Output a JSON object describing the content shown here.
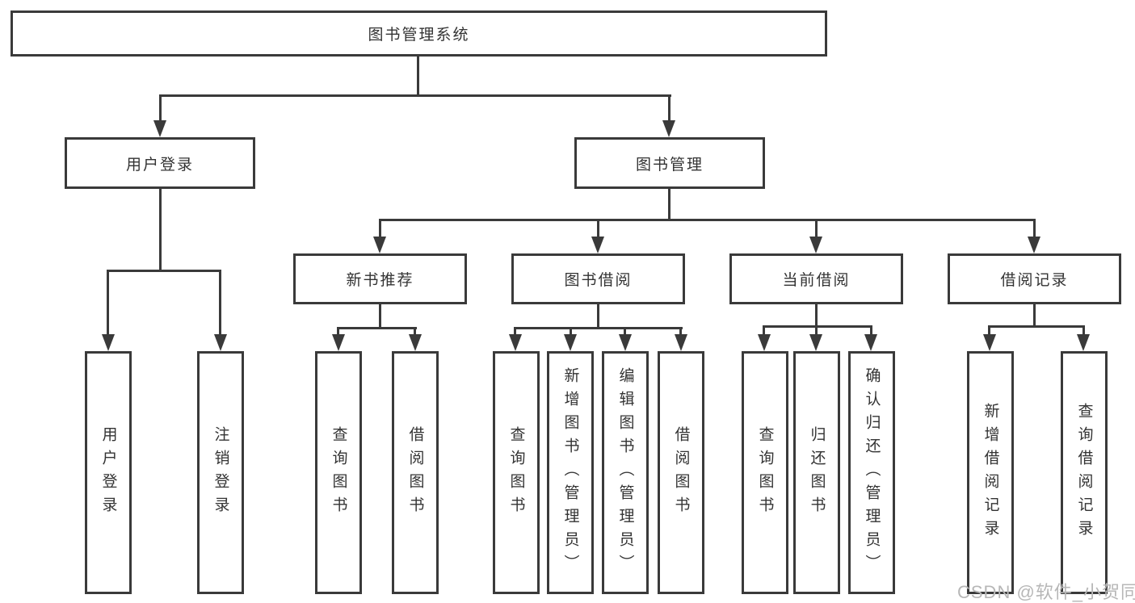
{
  "diagram_type": "functional-structure-tree",
  "title": {
    "label": "图书管理系统"
  },
  "branches": {
    "user_login": {
      "label": "用户登录",
      "children": [
        {
          "label": "用户登录"
        },
        {
          "label": "注销登录"
        }
      ]
    },
    "book_mgmt": {
      "label": "图书管理",
      "sections": [
        {
          "label": "新书推荐",
          "children": [
            {
              "label": "查询图书"
            },
            {
              "label": "借阅图书"
            }
          ]
        },
        {
          "label": "图书借阅",
          "children": [
            {
              "label": "查询图书"
            },
            {
              "label": "新增图书（管理员）"
            },
            {
              "label": "编辑图书（管理员）"
            },
            {
              "label": "借阅图书"
            }
          ]
        },
        {
          "label": "当前借阅",
          "children": [
            {
              "label": "查询图书"
            },
            {
              "label": "归还图书"
            },
            {
              "label": "确认归还（管理员）"
            }
          ]
        },
        {
          "label": "借阅记录",
          "children": [
            {
              "label": "新增借阅记录"
            },
            {
              "label": "查询借阅记录"
            }
          ]
        }
      ]
    }
  },
  "watermark": {
    "text": "CSDN @软件_小贺同学"
  },
  "colors": {
    "line": "#3a3a3a",
    "text": "#333333",
    "watermark": "#b7b7b7",
    "background": "#ffffff"
  }
}
